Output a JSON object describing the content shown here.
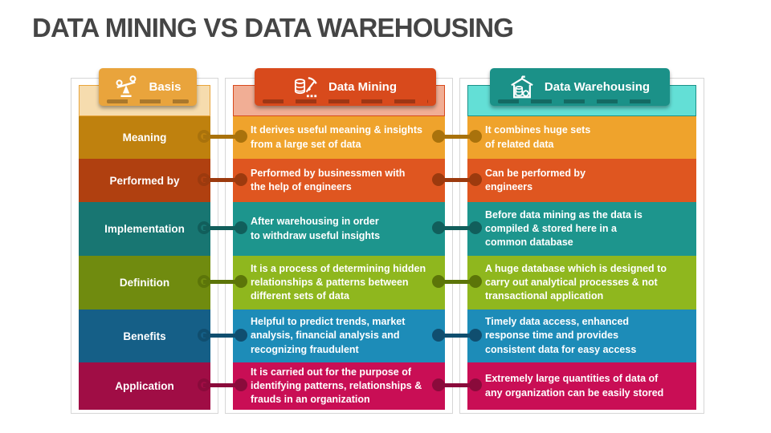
{
  "title": "DATA MINING VS DATA WAREHOUSING",
  "columns": [
    {
      "label": "Basis",
      "icon": "balance-scale-icon",
      "accent_color": "#E9A43C",
      "tint_color": "#F6DCAE"
    },
    {
      "label": "Data Mining",
      "icon": "data-mining-icon",
      "accent_color": "#D84A1C",
      "tint_color": "#F1AE95"
    },
    {
      "label": "Data Warehousing",
      "icon": "data-warehouse-icon",
      "accent_color": "#1B9188",
      "tint_color": "#63DFD6"
    }
  ],
  "rows": [
    {
      "basis": "Meaning",
      "data_mining": "It derives useful meaning & insights\nfrom a large set of data",
      "data_warehousing": "It combines huge sets\nof related data",
      "label_color": "#BF810E",
      "content_color": "#EFA32C",
      "connector_color": "#A9720C"
    },
    {
      "basis": "Performed by",
      "data_mining": "Performed by businessmen with\nthe help of engineers",
      "data_warehousing": "Can be performed by\nengineers",
      "label_color": "#B04010",
      "content_color": "#DF5620",
      "connector_color": "#9C3A0E"
    },
    {
      "basis": "Implementation",
      "data_mining": "After warehousing in order\nto withdraw useful insights",
      "data_warehousing": "Before data mining as the data is\ncompiled & stored here in a\ncommon database",
      "label_color": "#187672",
      "content_color": "#1D958D",
      "connector_color": "#115E5B"
    },
    {
      "basis": "Definition",
      "data_mining": "It is a process of determining hidden\nrelationships & patterns between\ndifferent sets of data",
      "data_warehousing": "A huge database which is designed to\ncarry out analytical processes & not\ntransactional application",
      "label_color": "#708B0F",
      "content_color": "#8FB71E",
      "connector_color": "#5C7509"
    },
    {
      "basis": "Benefits",
      "data_mining": "Helpful to predict trends, market\nanalysis, financial analysis and\nrecognizing fraudulent",
      "data_warehousing": "Timely data access, enhanced\nresponse time and provides\nconsistent data for easy access",
      "label_color": "#155F87",
      "content_color": "#1D8CB8",
      "connector_color": "#104E6F"
    },
    {
      "basis": "Application",
      "data_mining": "It is carried out for the purpose of\nidentifying patterns, relationships &\nfrauds in an organization",
      "data_warehousing": "Extremely large quantities of data of\nany organization can be easily stored",
      "label_color": "#A00D45",
      "content_color": "#C90E55",
      "connector_color": "#8A0B3B"
    }
  ]
}
